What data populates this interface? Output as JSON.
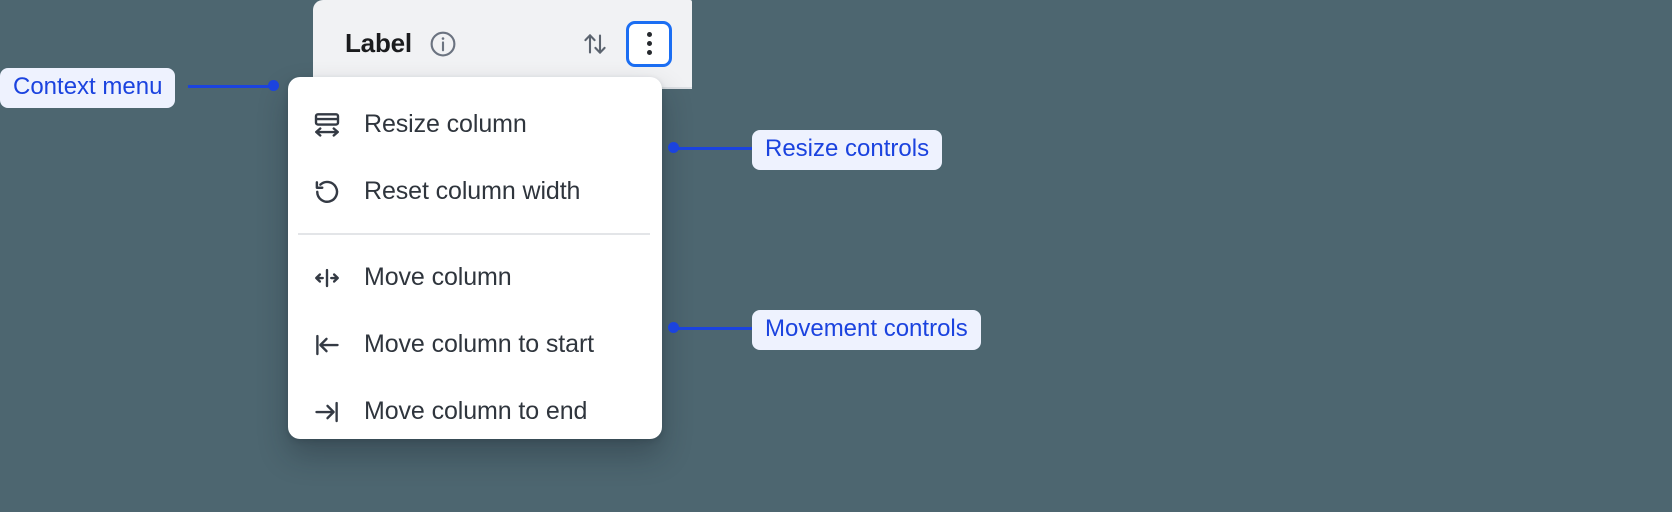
{
  "background_color": "#4d6670",
  "accent_color": "#1b6ef3",
  "annotation_color": "#1b43df",
  "table_header": {
    "label": "Label",
    "info_icon": "info-circle-icon",
    "sort_icon": "sort-up-down-icon",
    "menu_icon": "kebab-vertical-icon"
  },
  "context_menu": {
    "groups": [
      {
        "name": "resize",
        "items": [
          {
            "icon": "resize-column-icon",
            "label": "Resize column"
          },
          {
            "icon": "reset-width-icon",
            "label": "Reset column width"
          }
        ]
      },
      {
        "name": "movement",
        "items": [
          {
            "icon": "move-column-icon",
            "label": "Move column"
          },
          {
            "icon": "move-to-start-icon",
            "label": "Move column to start"
          },
          {
            "icon": "move-to-end-icon",
            "label": "Move column to end"
          }
        ]
      }
    ]
  },
  "annotations": [
    {
      "id": "context-menu",
      "label": "Context menu"
    },
    {
      "id": "resize-controls",
      "label": "Resize controls"
    },
    {
      "id": "movement-controls",
      "label": "Movement controls"
    }
  ]
}
